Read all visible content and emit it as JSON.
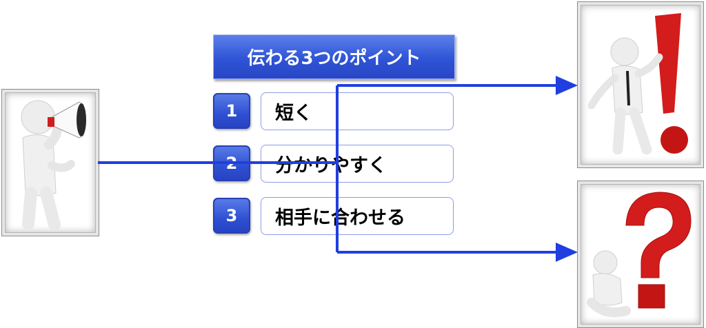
{
  "title": "伝わる3つのポイント",
  "points": [
    {
      "number": "1",
      "text": "短く"
    },
    {
      "number": "2",
      "text": "分かりやすく"
    },
    {
      "number": "3",
      "text": "相手に合わせる"
    }
  ],
  "colors": {
    "title_fill": "#2f54d6",
    "arrow": "#1f3fe0",
    "exclamation": "#d31c1c",
    "question": "#d31c1c",
    "megaphone": "#cc1f1f"
  },
  "icons": [
    "speaker-megaphone-figure-icon",
    "exclamation-figure-icon",
    "question-figure-icon"
  ]
}
